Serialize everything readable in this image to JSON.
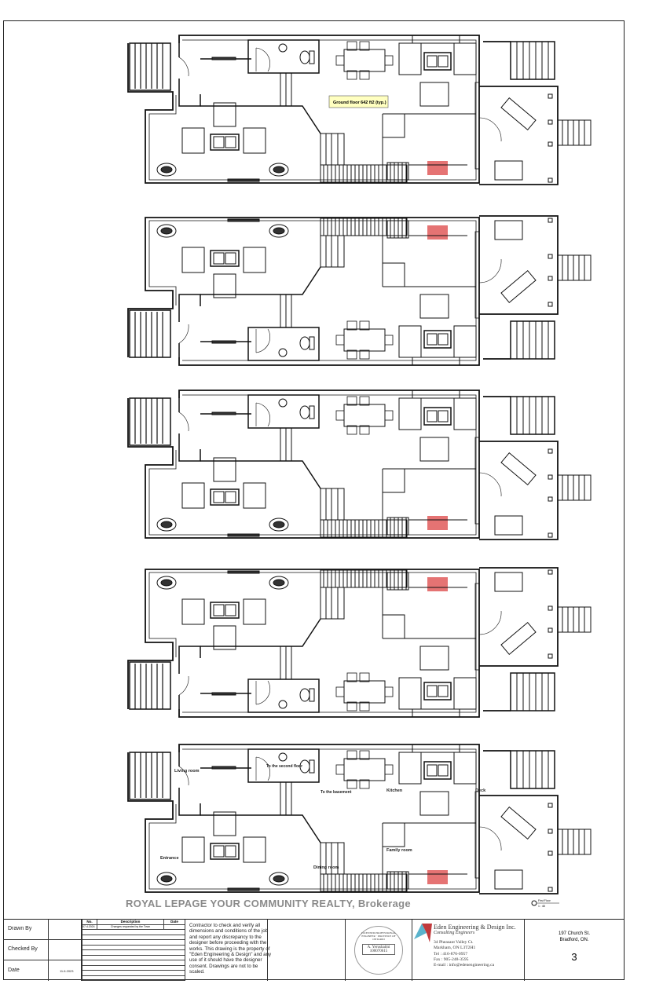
{
  "plan": {
    "area_label": "Ground floor 642 ft2 (typ.)",
    "room_labels": {
      "living_room": "Living room",
      "to_second_floor": "To the second floor",
      "to_basement": "To the basement",
      "kitchen": "Kitchen",
      "deck": "Deck",
      "entrance": "Entrance",
      "family_room": "Family room",
      "dining_room": "Dining room"
    },
    "view_title": "First Floor",
    "view_scale": "1 : 48",
    "colors": {
      "stove": "#e05a5a",
      "label_bg": "#ffffc0"
    }
  },
  "title_block": {
    "drawn_by_label": "Drawn By",
    "checked_by_label": "Checked By",
    "date_label": "Date",
    "date_value": "11.6.2023",
    "revisions": {
      "headers": [
        "No.",
        "Description",
        "Date"
      ],
      "rows": [
        [
          "07.4.2024",
          "Changes requested by the Town",
          ""
        ]
      ]
    },
    "notes": "Contractor to check and verify all dimensions and conditions of the job and report any discrepancy to the designer before proceeding with the works. This drawing is the property of \"Eden Engineering & Design\" and any use of it should have the designer consent. Drawings are not to be scaled.",
    "seal": {
      "name": "A. Yerushalmi",
      "number": "100070615",
      "ring": "LICENSED PROFESSIONAL ENGINEER · PROVINCE OF ONTARIO"
    },
    "company": {
      "name": "Eden Engineering & Design Inc.",
      "subtitle": "Consulting Engineers",
      "address1": "34 Pheasant Valley Ct.",
      "address2": "Markham, ON  L3T2H1",
      "tel": "Tel : 416-876-0957",
      "fax": "Fax : 905-248-3595",
      "email": "E-mail : info@edenengineering.ca"
    },
    "project_address1": "197 Church St.",
    "project_address2": "Bradford, ON.",
    "sheet_number": "3"
  },
  "watermark": "ROYAL LEPAGE YOUR COMMUNITY REALTY, Brokerage"
}
